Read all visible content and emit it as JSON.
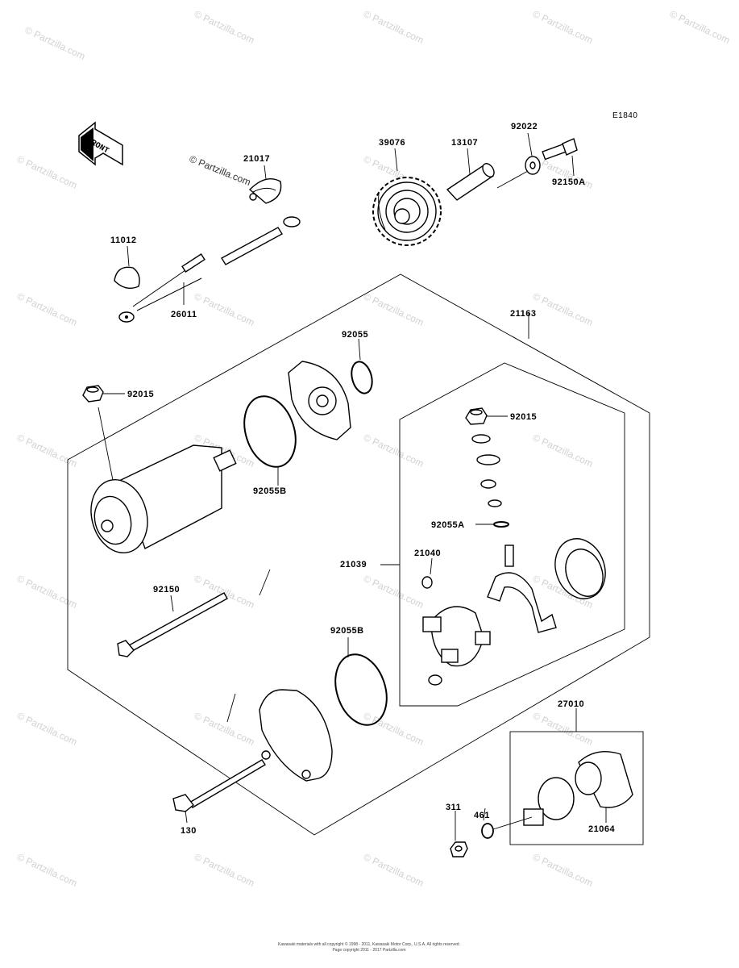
{
  "diagram_code": "E1840",
  "copyright_overlay": "© Partzilla.com",
  "watermark_text": "© Partzilla.com",
  "front_arrow_label": "FRONT",
  "footer_line1": "Kawasaki materials with all copyright © 1998 - 2011, Kawasaki Motor Corp., U.S.A. All rights reserved.",
  "footer_line2": "Page copyright 2011 - 2017 Partzilla.com",
  "parts": {
    "p21017": "21017",
    "p39076": "39076",
    "p13107": "13107",
    "p92022": "92022",
    "p92150A": "92150A",
    "p11012": "11012",
    "p26011": "26011",
    "p21163": "21163",
    "p92055": "92055",
    "p92015a": "92015",
    "p92015b": "92015",
    "p92055B_top": "92055B",
    "p92055A": "92055A",
    "p21039": "21039",
    "p21040": "21040",
    "p92150": "92150",
    "p92055B_bot": "92055B",
    "p27010": "27010",
    "p461": "461",
    "p311": "311",
    "p21064": "21064",
    "p130": "130"
  }
}
